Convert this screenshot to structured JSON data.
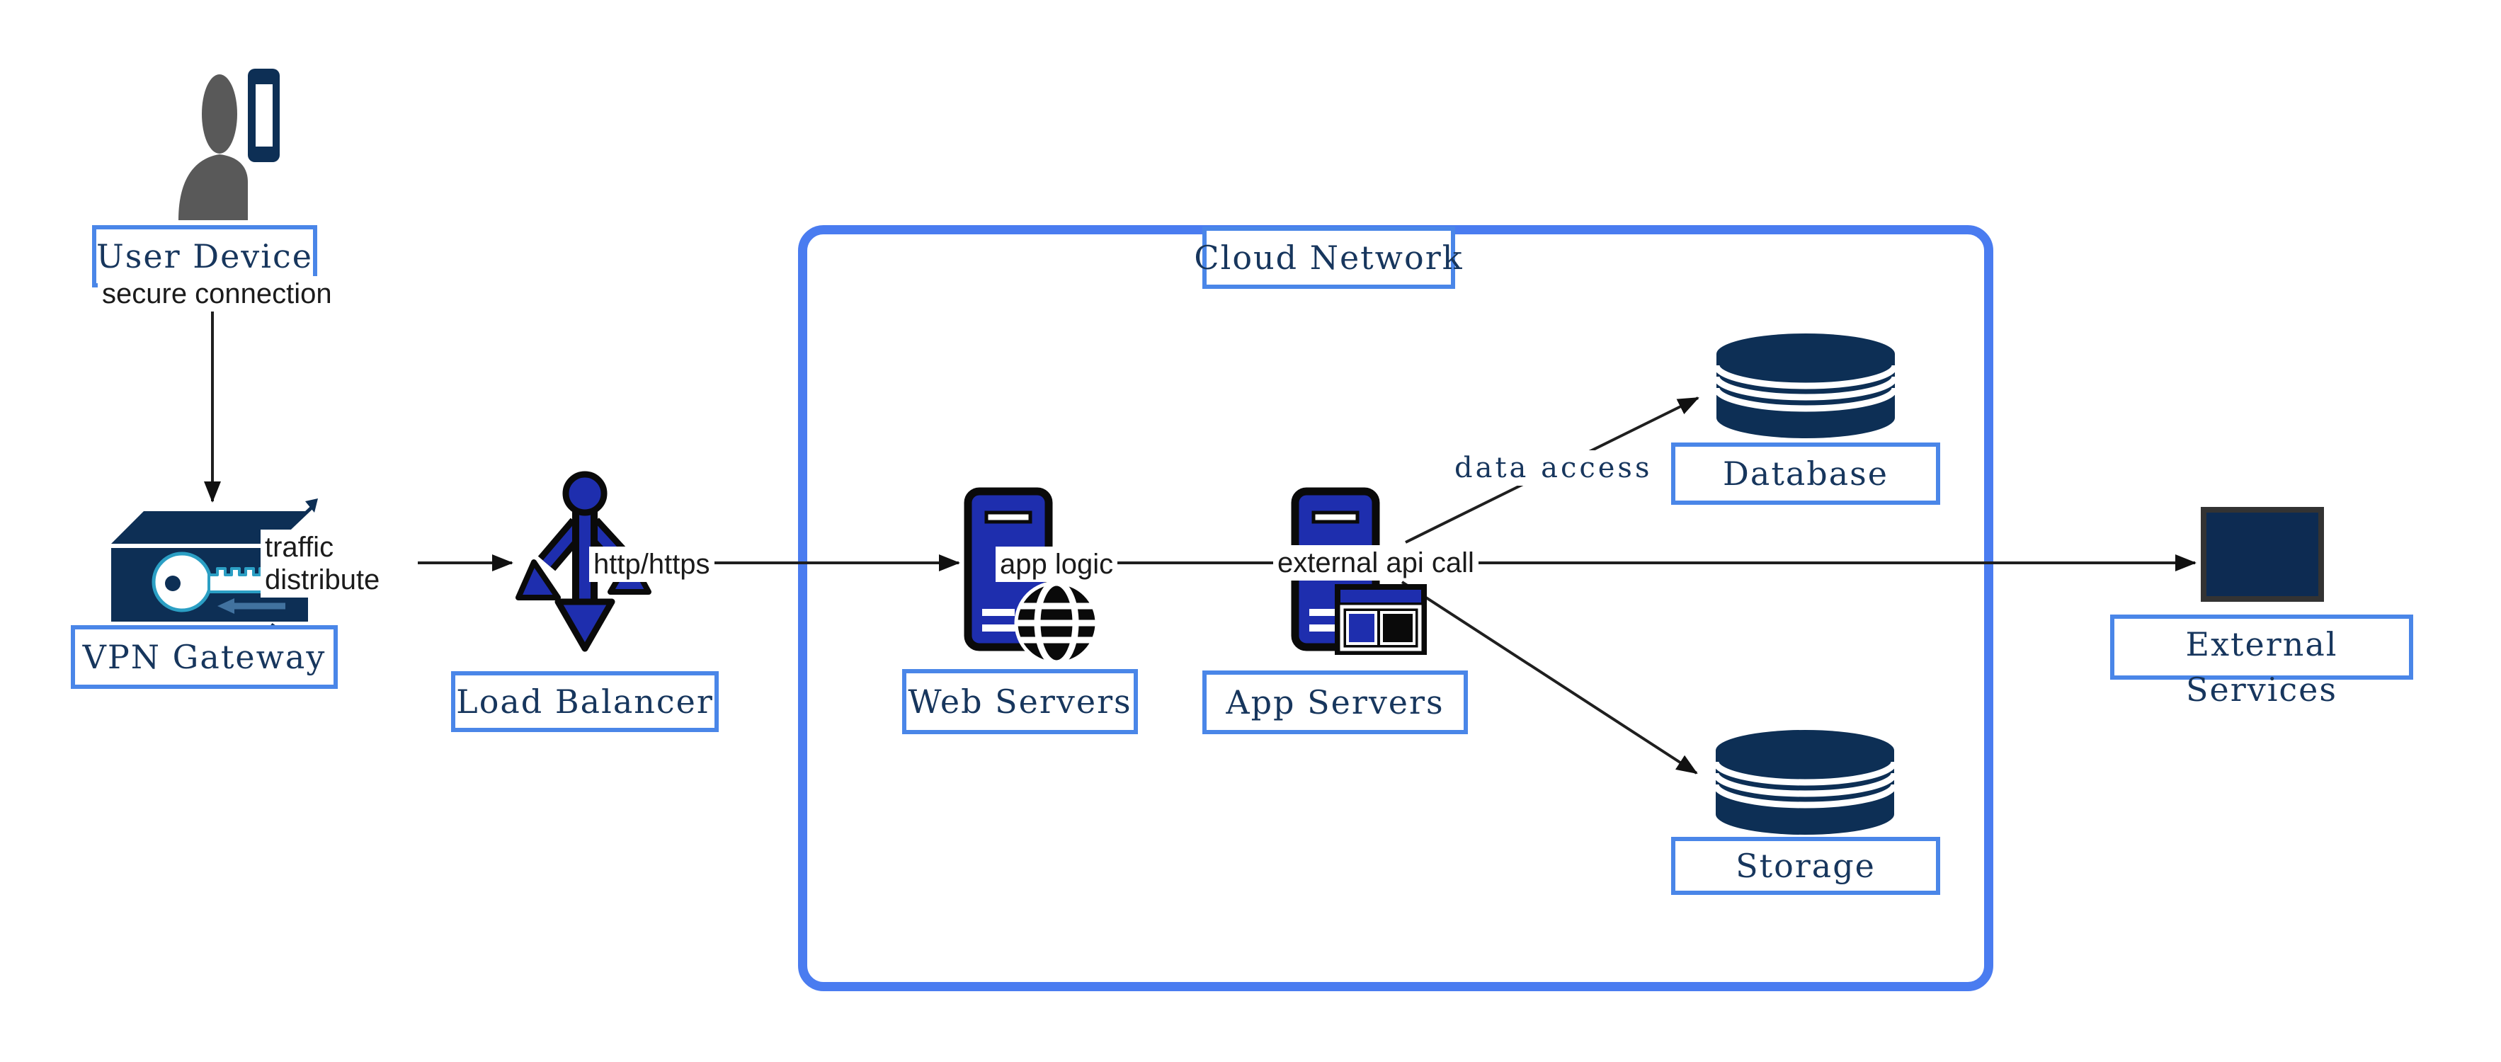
{
  "diagram": {
    "type": "network-architecture-diagram",
    "container": {
      "label": "Cloud Network"
    },
    "nodes": {
      "user_device": {
        "label": "User Device",
        "icon": "person-with-phone-icon"
      },
      "vpn_gateway": {
        "label": "VPN Gateway",
        "icon": "key-gateway-icon"
      },
      "load_balancer": {
        "label": "Load Balancer",
        "icon": "split-arrows-icon"
      },
      "web_servers": {
        "label": "Web Servers",
        "icon": "server-tower-globe-icon"
      },
      "app_servers": {
        "label": "App Servers",
        "icon": "server-tower-window-icon"
      },
      "database": {
        "label": "Database",
        "icon": "database-cylinder-icon"
      },
      "storage": {
        "label": "Storage",
        "icon": "storage-cylinder-icon"
      },
      "external_services": {
        "label": "External Services",
        "icon": "dark-rectangle-icon"
      }
    },
    "edge_labels": {
      "secure_connection": "secure connection",
      "traffic_distribute": "traffic distribute",
      "http_https": "http/https",
      "app_logic": "app logic",
      "external_api_call": "external api call",
      "data_access": "data access"
    },
    "edges": [
      {
        "from": "user_device",
        "to": "vpn_gateway",
        "label": "secure connection"
      },
      {
        "from": "vpn_gateway",
        "to": "load_balancer",
        "label": "traffic distribute"
      },
      {
        "from": "load_balancer",
        "to": "web_servers",
        "label": "http/https"
      },
      {
        "from": "web_servers",
        "to": "app_servers",
        "label": "app logic"
      },
      {
        "from": "app_servers",
        "to": "database",
        "label": "data access"
      },
      {
        "from": "app_servers",
        "to": "storage",
        "label": ""
      },
      {
        "from": "app_servers",
        "to": "external_services",
        "label": "external api call"
      }
    ],
    "colors": {
      "accent_blue": "#4a86e8",
      "container_blue": "#4a7cf0",
      "navy_text": "#17365d",
      "icon_navy": "#0d2f55",
      "icon_blue": "#1e2eae",
      "line_black": "#1f1f1f",
      "person_gray": "#595959",
      "key_teal": "#2b9fc4",
      "external_fill": "#0d2b52",
      "external_border": "#333333"
    }
  }
}
